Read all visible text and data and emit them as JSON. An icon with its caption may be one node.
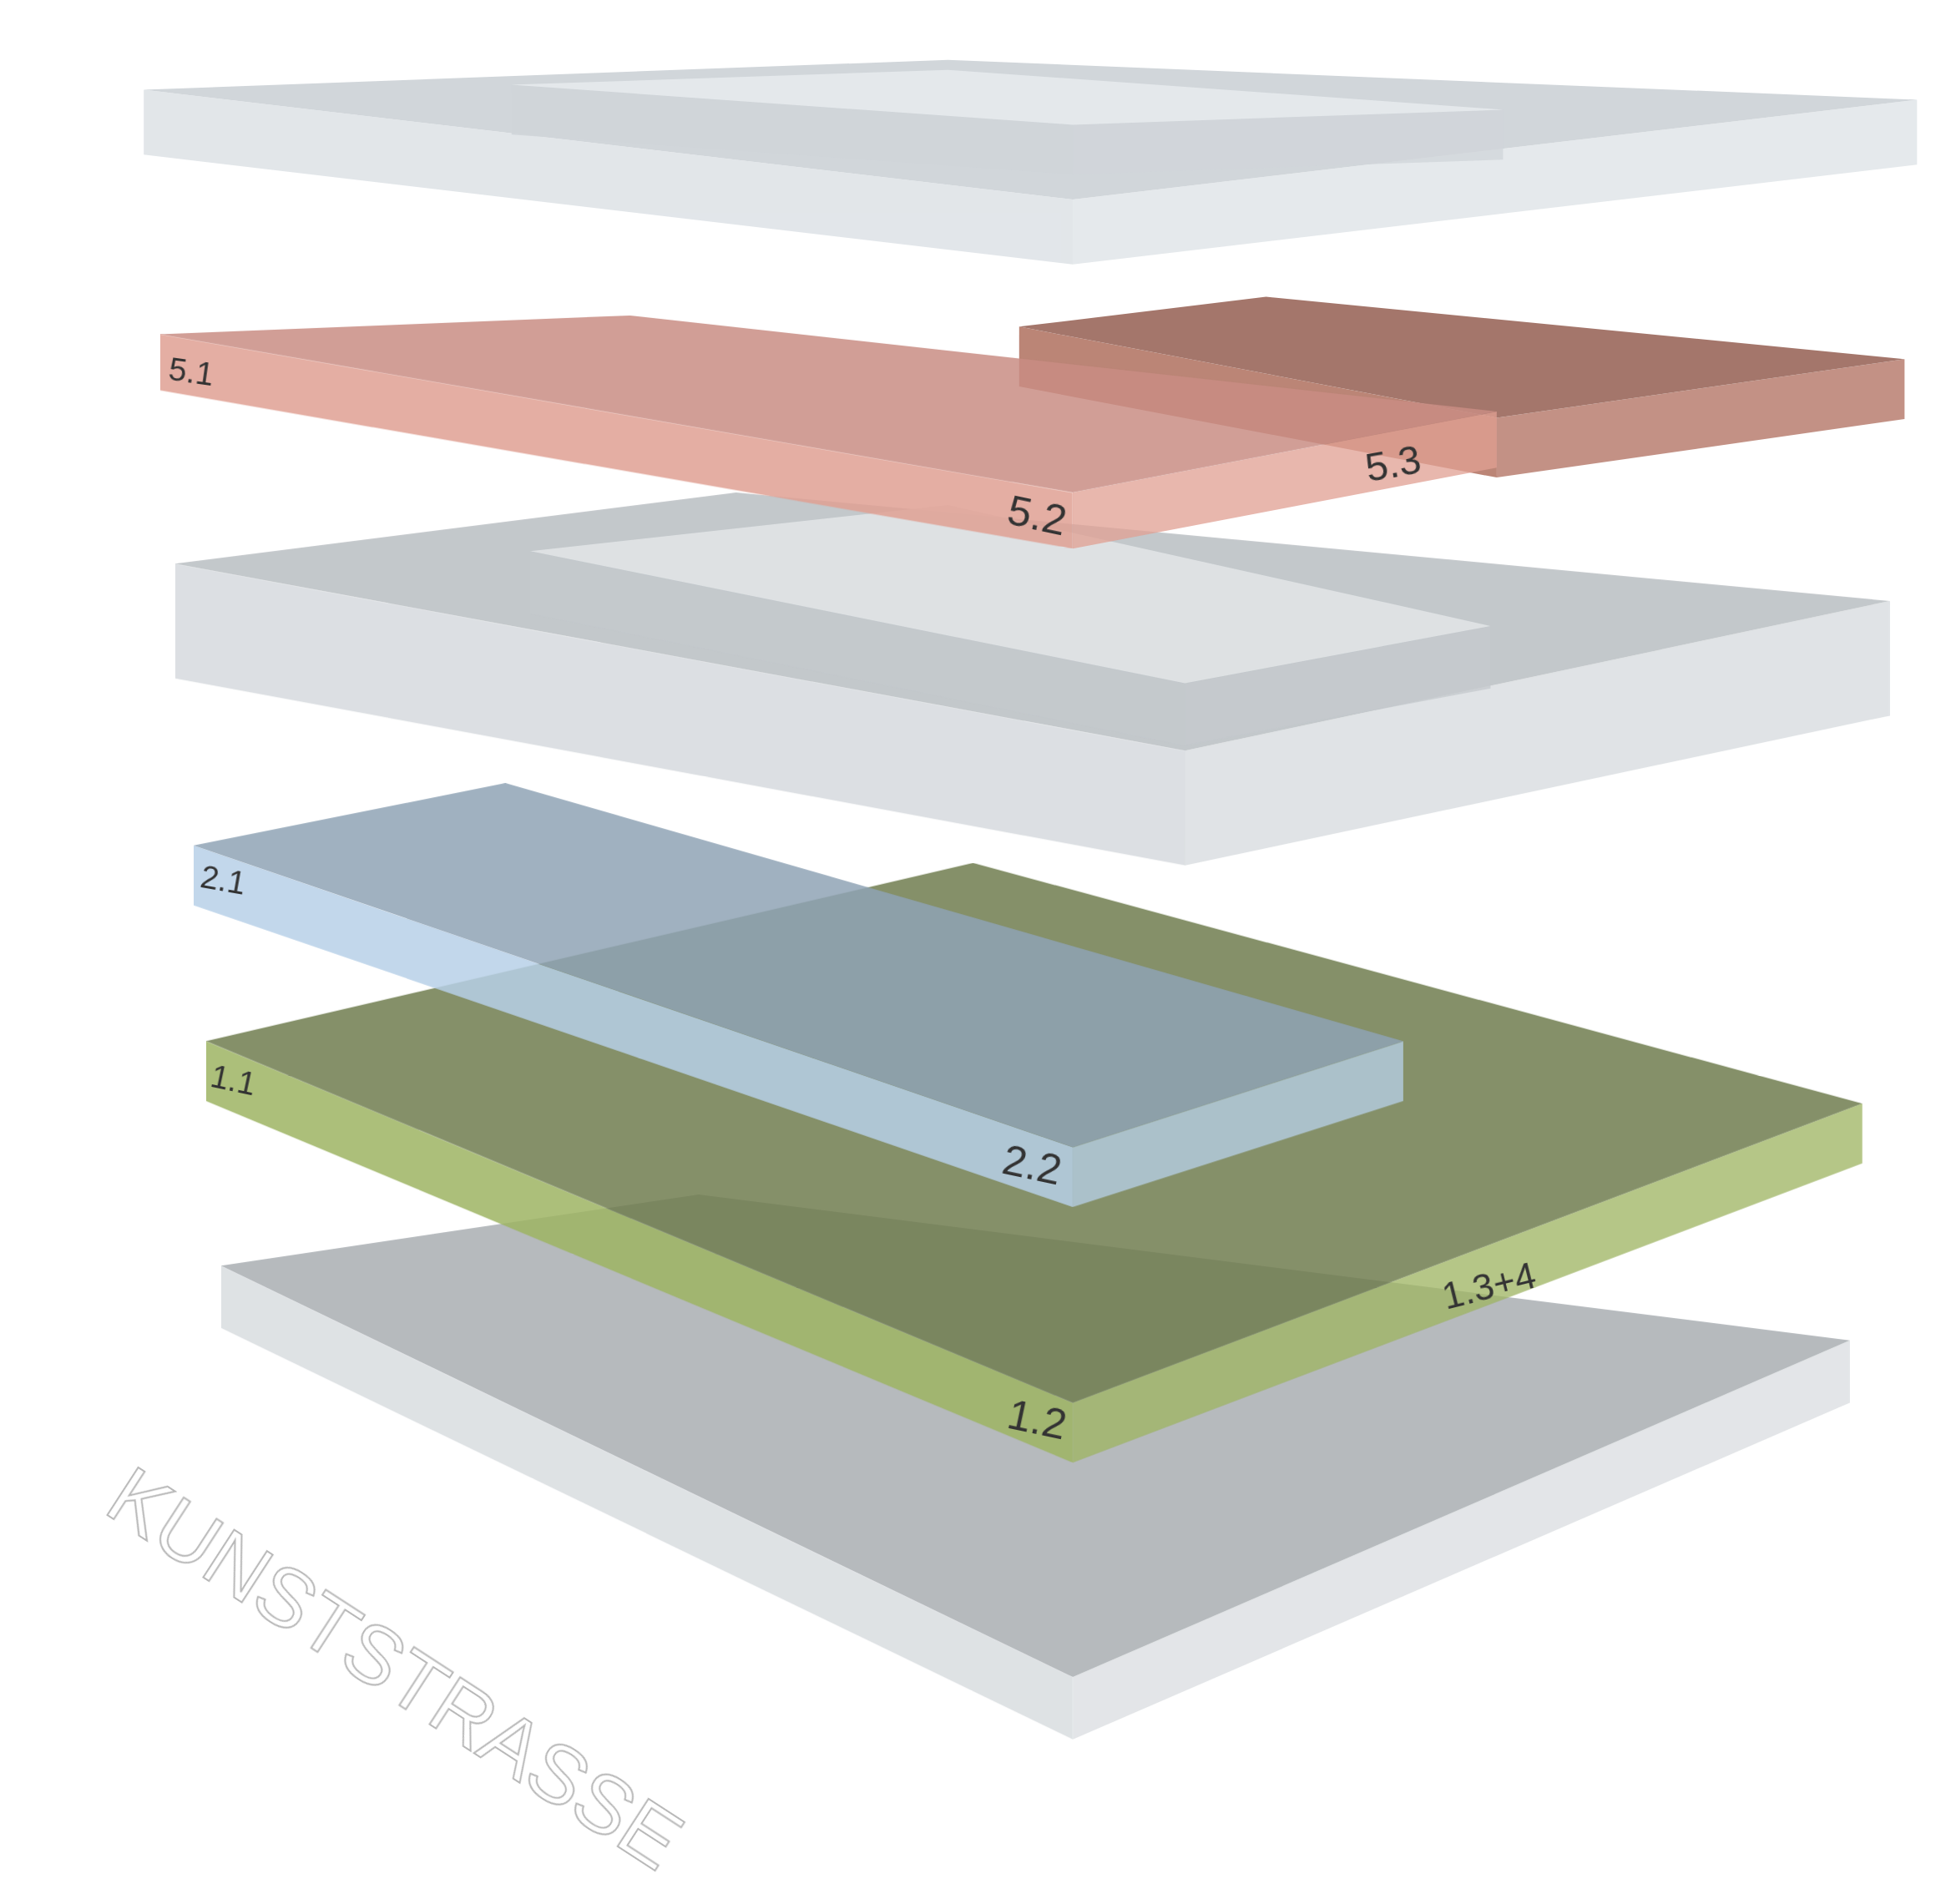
{
  "diagram": {
    "labels": [
      "5.1",
      "5.3",
      "5.2",
      "2.1",
      "1.1",
      "2.2",
      "1.3+4",
      "1.2",
      "KUNSTSTRASSE"
    ]
  }
}
